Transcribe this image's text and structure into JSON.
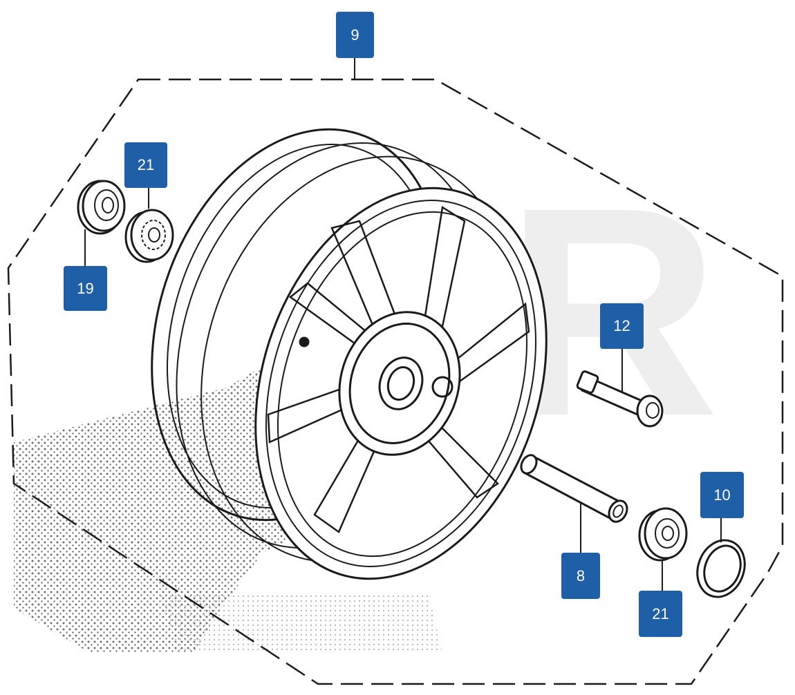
{
  "diagram": {
    "callouts": {
      "wheel_assembly": "9",
      "left_bearing": "21",
      "dust_seal": "19",
      "valve_stem": "12",
      "distance_collar": "8",
      "right_bearing": "21",
      "o_ring": "10"
    },
    "watermark": "AR"
  },
  "colors": {
    "callout_bg": "#1f5fa8",
    "callout_text": "#ffffff",
    "line_art": "#1a1a1a",
    "watermark": "#eeeeee",
    "stipple": "#555555"
  },
  "icons": {
    "wheel": "wheel-rim-drawing",
    "bearing": "ball-bearing-drawing",
    "seal": "dust-seal-drawing",
    "valve": "valve-stem-drawing",
    "collar": "distance-collar-drawing",
    "ring": "o-ring-drawing"
  }
}
